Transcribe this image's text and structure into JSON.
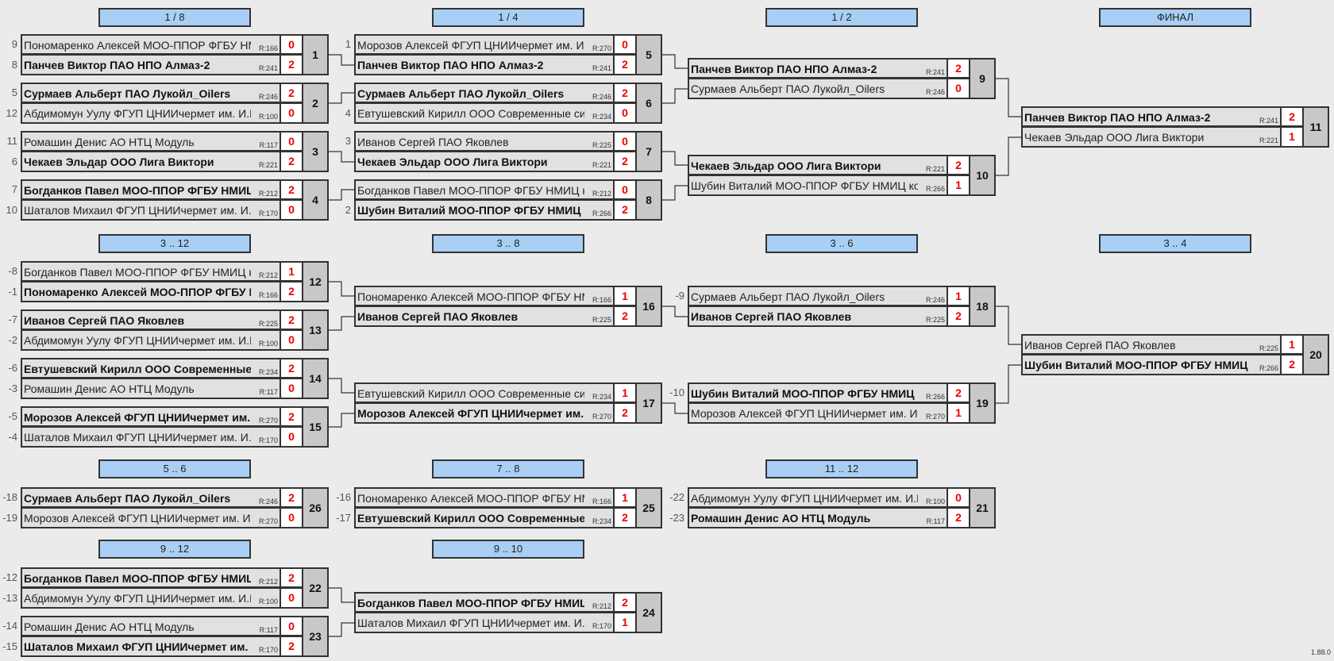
{
  "version": "1.88.0",
  "headers": [
    {
      "id": "h1",
      "label": "1 / 8"
    },
    {
      "id": "h2",
      "label": "1 / 4"
    },
    {
      "id": "h3",
      "label": "1 / 2"
    },
    {
      "id": "h4",
      "label": "ФИНАЛ"
    },
    {
      "id": "h5",
      "label": "3 .. 12"
    },
    {
      "id": "h6",
      "label": "3 .. 8"
    },
    {
      "id": "h7",
      "label": "3 .. 6"
    },
    {
      "id": "h8",
      "label": "3 .. 4"
    },
    {
      "id": "h9",
      "label": "5 .. 6"
    },
    {
      "id": "h10",
      "label": "7 .. 8"
    },
    {
      "id": "h11",
      "label": "11 .. 12"
    },
    {
      "id": "h12",
      "label": "9 .. 12"
    },
    {
      "id": "h13",
      "label": "9 .. 10"
    }
  ],
  "matches": [
    {
      "id": "m1",
      "number": "1",
      "players": [
        {
          "seed": "9",
          "name": "Пономаренко Алексей МОО-ППОР ФГБУ НМИЦ колопроктологии",
          "rating": "R:166",
          "score": "0",
          "winner": false
        },
        {
          "seed": "8",
          "name": "Панчев Виктор ПАО НПО Алмаз-2",
          "rating": "R:241",
          "score": "2",
          "winner": true
        }
      ]
    },
    {
      "id": "m2",
      "number": "2",
      "players": [
        {
          "seed": "5",
          "name": "Сурмаев Альберт ПАО Лукойл_Oilers",
          "rating": "R:246",
          "score": "2",
          "winner": true
        },
        {
          "seed": "12",
          "name": "Абдимомун Уулу ФГУП ЦНИИчермет им. И.П. Бардина",
          "rating": "R:100",
          "score": "0",
          "winner": false
        }
      ]
    },
    {
      "id": "m3",
      "number": "3",
      "players": [
        {
          "seed": "11",
          "name": "Ромашин Денис АО НТЦ Модуль",
          "rating": "R:117",
          "score": "0",
          "winner": false
        },
        {
          "seed": "6",
          "name": "Чекаев Эльдар ООО Лига Виктори",
          "rating": "R:221",
          "score": "2",
          "winner": true
        }
      ]
    },
    {
      "id": "m4",
      "number": "4",
      "players": [
        {
          "seed": "7",
          "name": "Богданков Павел МОО-ППОР ФГБУ НМИЦ колопроктологии",
          "rating": "R:212",
          "score": "2",
          "winner": true
        },
        {
          "seed": "10",
          "name": "Шаталов Михаил ФГУП ЦНИИчермет им. И.П. Бардина",
          "rating": "R:170",
          "score": "0",
          "winner": false
        }
      ]
    },
    {
      "id": "m5",
      "number": "5",
      "players": [
        {
          "seed": "1",
          "name": "Морозов Алексей ФГУП ЦНИИчермет им. И.П. Бардина",
          "rating": "R:270",
          "score": "0",
          "winner": false
        },
        {
          "seed": "",
          "name": "Панчев Виктор ПАО НПО Алмаз-2",
          "rating": "R:241",
          "score": "2",
          "winner": true
        }
      ]
    },
    {
      "id": "m6",
      "number": "6",
      "players": [
        {
          "seed": "",
          "name": "Сурмаев Альберт ПАО Лукойл_Oilers",
          "rating": "R:246",
          "score": "2",
          "winner": true
        },
        {
          "seed": "4",
          "name": "Евтушевский Кирилл ООО Современные системы",
          "rating": "R:234",
          "score": "0",
          "winner": false
        }
      ]
    },
    {
      "id": "m7",
      "number": "7",
      "players": [
        {
          "seed": "3",
          "name": "Иванов Сергей ПАО Яковлев",
          "rating": "R:225",
          "score": "0",
          "winner": false
        },
        {
          "seed": "",
          "name": "Чекаев Эльдар ООО Лига Виктори",
          "rating": "R:221",
          "score": "2",
          "winner": true
        }
      ]
    },
    {
      "id": "m8",
      "number": "8",
      "players": [
        {
          "seed": "",
          "name": "Богданков Павел МОО-ППОР ФГБУ НМИЦ колопроктологии",
          "rating": "R:212",
          "score": "0",
          "winner": false
        },
        {
          "seed": "2",
          "name": "Шубин Виталий МОО-ППОР ФГБУ НМИЦ колопроктологии",
          "rating": "R:266",
          "score": "2",
          "winner": true
        }
      ]
    },
    {
      "id": "m9",
      "number": "9",
      "players": [
        {
          "seed": "",
          "name": "Панчев Виктор ПАО НПО Алмаз-2",
          "rating": "R:241",
          "score": "2",
          "winner": true
        },
        {
          "seed": "",
          "name": "Сурмаев Альберт ПАО Лукойл_Oilers",
          "rating": "R:246",
          "score": "0",
          "winner": false
        }
      ]
    },
    {
      "id": "m10",
      "number": "10",
      "players": [
        {
          "seed": "",
          "name": "Чекаев Эльдар ООО Лига Виктори",
          "rating": "R:221",
          "score": "2",
          "winner": true
        },
        {
          "seed": "",
          "name": "Шубин Виталий МОО-ППОР ФГБУ НМИЦ колопроктологии",
          "rating": "R:266",
          "score": "1",
          "winner": false
        }
      ]
    },
    {
      "id": "m11",
      "number": "11",
      "players": [
        {
          "seed": "",
          "name": "Панчев Виктор ПАО НПО Алмаз-2",
          "rating": "R:241",
          "score": "2",
          "winner": true
        },
        {
          "seed": "",
          "name": "Чекаев Эльдар ООО Лига Виктори",
          "rating": "R:221",
          "score": "1",
          "winner": false
        }
      ]
    },
    {
      "id": "m12",
      "number": "12",
      "players": [
        {
          "seed": "-8",
          "name": "Богданков Павел МОО-ППОР ФГБУ НМИЦ колопроктологии",
          "rating": "R:212",
          "score": "1",
          "winner": false
        },
        {
          "seed": "-1",
          "name": "Пономаренко Алексей МОО-ППОР ФГБУ НМИЦ колопроктологии",
          "rating": "R:166",
          "score": "2",
          "winner": true
        }
      ]
    },
    {
      "id": "m13",
      "number": "13",
      "players": [
        {
          "seed": "-7",
          "name": "Иванов Сергей ПАО Яковлев",
          "rating": "R:225",
          "score": "2",
          "winner": true
        },
        {
          "seed": "-2",
          "name": "Абдимомун Уулу ФГУП ЦНИИчермет им. И.П. Бардина",
          "rating": "R:100",
          "score": "0",
          "winner": false
        }
      ]
    },
    {
      "id": "m14",
      "number": "14",
      "players": [
        {
          "seed": "-6",
          "name": "Евтушевский Кирилл ООО Современные системы",
          "rating": "R:234",
          "score": "2",
          "winner": true
        },
        {
          "seed": "-3",
          "name": "Ромашин Денис АО НТЦ Модуль",
          "rating": "R:117",
          "score": "0",
          "winner": false
        }
      ]
    },
    {
      "id": "m15",
      "number": "15",
      "players": [
        {
          "seed": "-5",
          "name": "Морозов Алексей ФГУП ЦНИИчермет им. И.П. Бардина",
          "rating": "R:270",
          "score": "2",
          "winner": true
        },
        {
          "seed": "-4",
          "name": "Шаталов Михаил ФГУП ЦНИИчермет им. И.П. Бардина",
          "rating": "R:170",
          "score": "0",
          "winner": false
        }
      ]
    },
    {
      "id": "m16",
      "number": "16",
      "players": [
        {
          "seed": "",
          "name": "Пономаренко Алексей МОО-ППОР ФГБУ НМИЦ колопроктологии",
          "rating": "R:166",
          "score": "1",
          "winner": false
        },
        {
          "seed": "",
          "name": "Иванов Сергей ПАО Яковлев",
          "rating": "R:225",
          "score": "2",
          "winner": true
        }
      ]
    },
    {
      "id": "m17",
      "number": "17",
      "players": [
        {
          "seed": "",
          "name": "Евтушевский Кирилл ООО Современные системы",
          "rating": "R:234",
          "score": "1",
          "winner": false
        },
        {
          "seed": "",
          "name": "Морозов Алексей ФГУП ЦНИИчермет им. И.П. Бардина",
          "rating": "R:270",
          "score": "2",
          "winner": true
        }
      ]
    },
    {
      "id": "m18",
      "number": "18",
      "players": [
        {
          "seed": "-9",
          "name": "Сурмаев Альберт ПАО Лукойл_Oilers",
          "rating": "R:246",
          "score": "1",
          "winner": false
        },
        {
          "seed": "",
          "name": "Иванов Сергей ПАО Яковлев",
          "rating": "R:225",
          "score": "2",
          "winner": true
        }
      ]
    },
    {
      "id": "m19",
      "number": "19",
      "players": [
        {
          "seed": "-10",
          "name": "Шубин Виталий МОО-ППОР ФГБУ НМИЦ колопроктологии",
          "rating": "R:266",
          "score": "2",
          "winner": true
        },
        {
          "seed": "",
          "name": "Морозов Алексей ФГУП ЦНИИчермет им. И.П. Бардина",
          "rating": "R:270",
          "score": "1",
          "winner": false
        }
      ]
    },
    {
      "id": "m20",
      "number": "20",
      "players": [
        {
          "seed": "",
          "name": "Иванов Сергей ПАО Яковлев",
          "rating": "R:225",
          "score": "1",
          "winner": false
        },
        {
          "seed": "",
          "name": "Шубин Виталий МОО-ППОР ФГБУ НМИЦ колопроктологии",
          "rating": "R:266",
          "score": "2",
          "winner": true
        }
      ]
    },
    {
      "id": "m26",
      "number": "26",
      "players": [
        {
          "seed": "-18",
          "name": "Сурмаев Альберт ПАО Лукойл_Oilers",
          "rating": "R:246",
          "score": "2",
          "winner": true
        },
        {
          "seed": "-19",
          "name": "Морозов Алексей ФГУП ЦНИИчермет им. И.П. Бардина",
          "rating": "R:270",
          "score": "0",
          "winner": false
        }
      ]
    },
    {
      "id": "m25",
      "number": "25",
      "players": [
        {
          "seed": "-16",
          "name": "Пономаренко Алексей МОО-ППОР ФГБУ НМИЦ колопроктологии",
          "rating": "R:166",
          "score": "1",
          "winner": false
        },
        {
          "seed": "-17",
          "name": "Евтушевский Кирилл ООО Современные системы",
          "rating": "R:234",
          "score": "2",
          "winner": true
        }
      ]
    },
    {
      "id": "m21",
      "number": "21",
      "players": [
        {
          "seed": "-22",
          "name": "Абдимомун Уулу ФГУП ЦНИИчермет им. И.П. Бардина",
          "rating": "R:100",
          "score": "0",
          "winner": false
        },
        {
          "seed": "-23",
          "name": "Ромашин Денис АО НТЦ Модуль",
          "rating": "R:117",
          "score": "2",
          "winner": true
        }
      ]
    },
    {
      "id": "m22",
      "number": "22",
      "players": [
        {
          "seed": "-12",
          "name": "Богданков Павел МОО-ППОР ФГБУ НМИЦ колопроктологии",
          "rating": "R:212",
          "score": "2",
          "winner": true
        },
        {
          "seed": "-13",
          "name": "Абдимомун Уулу ФГУП ЦНИИчермет им. И.П. Бардина",
          "rating": "R:100",
          "score": "0",
          "winner": false
        }
      ]
    },
    {
      "id": "m23",
      "number": "23",
      "players": [
        {
          "seed": "-14",
          "name": "Ромашин Денис АО НТЦ Модуль",
          "rating": "R:117",
          "score": "0",
          "winner": false
        },
        {
          "seed": "-15",
          "name": "Шаталов Михаил ФГУП ЦНИИчермет им. И.П. Бардина",
          "rating": "R:170",
          "score": "2",
          "winner": true
        }
      ]
    },
    {
      "id": "m24",
      "number": "24",
      "players": [
        {
          "seed": "",
          "name": "Богданков Павел МОО-ППОР ФГБУ НМИЦ колопроктологии",
          "rating": "R:212",
          "score": "2",
          "winner": true
        },
        {
          "seed": "",
          "name": "Шаталов Михаил ФГУП ЦНИИчермет им. И.П. Бардина",
          "rating": "R:170",
          "score": "1",
          "winner": false
        }
      ]
    }
  ]
}
